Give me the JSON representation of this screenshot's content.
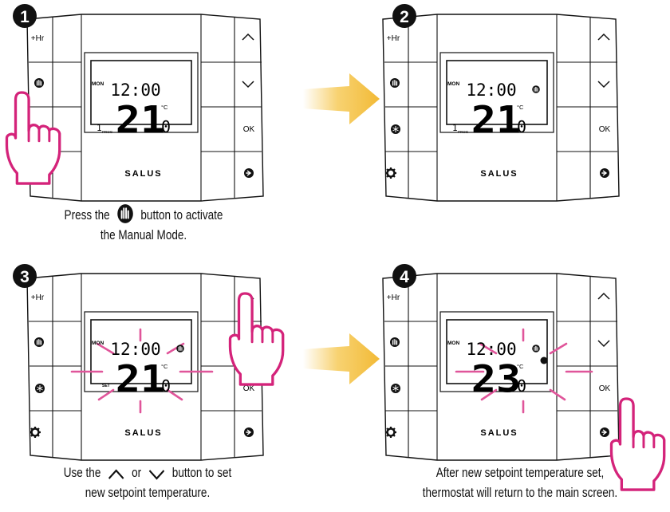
{
  "steps": [
    {
      "number": "1",
      "day": "MON",
      "time": "12:00",
      "temp_int": "21",
      "temp_dec": "0",
      "unit": "°C",
      "program_no": "1",
      "mode_label": "PROG",
      "btn_top_left": "+Hr",
      "btn_ok": "OK",
      "brand": "SALUS"
    },
    {
      "number": "2",
      "day": "MON",
      "time": "12:00",
      "temp_int": "21",
      "temp_dec": "0",
      "unit": "°C",
      "program_no": "1",
      "mode_label": "PROG",
      "btn_top_left": "+Hr",
      "btn_ok": "OK",
      "brand": "SALUS"
    },
    {
      "number": "3",
      "day": "MON",
      "time": "12:00",
      "temp_int": "21",
      "temp_dec": "0",
      "unit": "°C",
      "mode_label": "SET",
      "btn_top_left": "+Hr",
      "btn_ok": "OK",
      "brand": "SALUS"
    },
    {
      "number": "4",
      "day": "MON",
      "time": "12:00",
      "temp_int": "23",
      "temp_dec": "0",
      "unit": "°C",
      "btn_top_left": "+Hr",
      "btn_ok": "OK",
      "brand": "SALUS"
    }
  ],
  "captions": {
    "step1_a": "Press the",
    "step1_b": "button to activate",
    "step1_c": "the Manual Mode.",
    "step3_a": "Use the",
    "step3_or": "or",
    "step3_b": "button to set",
    "step3_c": "new setpoint temperature.",
    "step4_a": "After new setpoint temperature set,",
    "step4_b": "thermostat will return to the main screen."
  },
  "colors": {
    "hand": "#d4237a",
    "flash": "#e0559a",
    "arrow": "#f5c342",
    "outline": "#111111"
  }
}
